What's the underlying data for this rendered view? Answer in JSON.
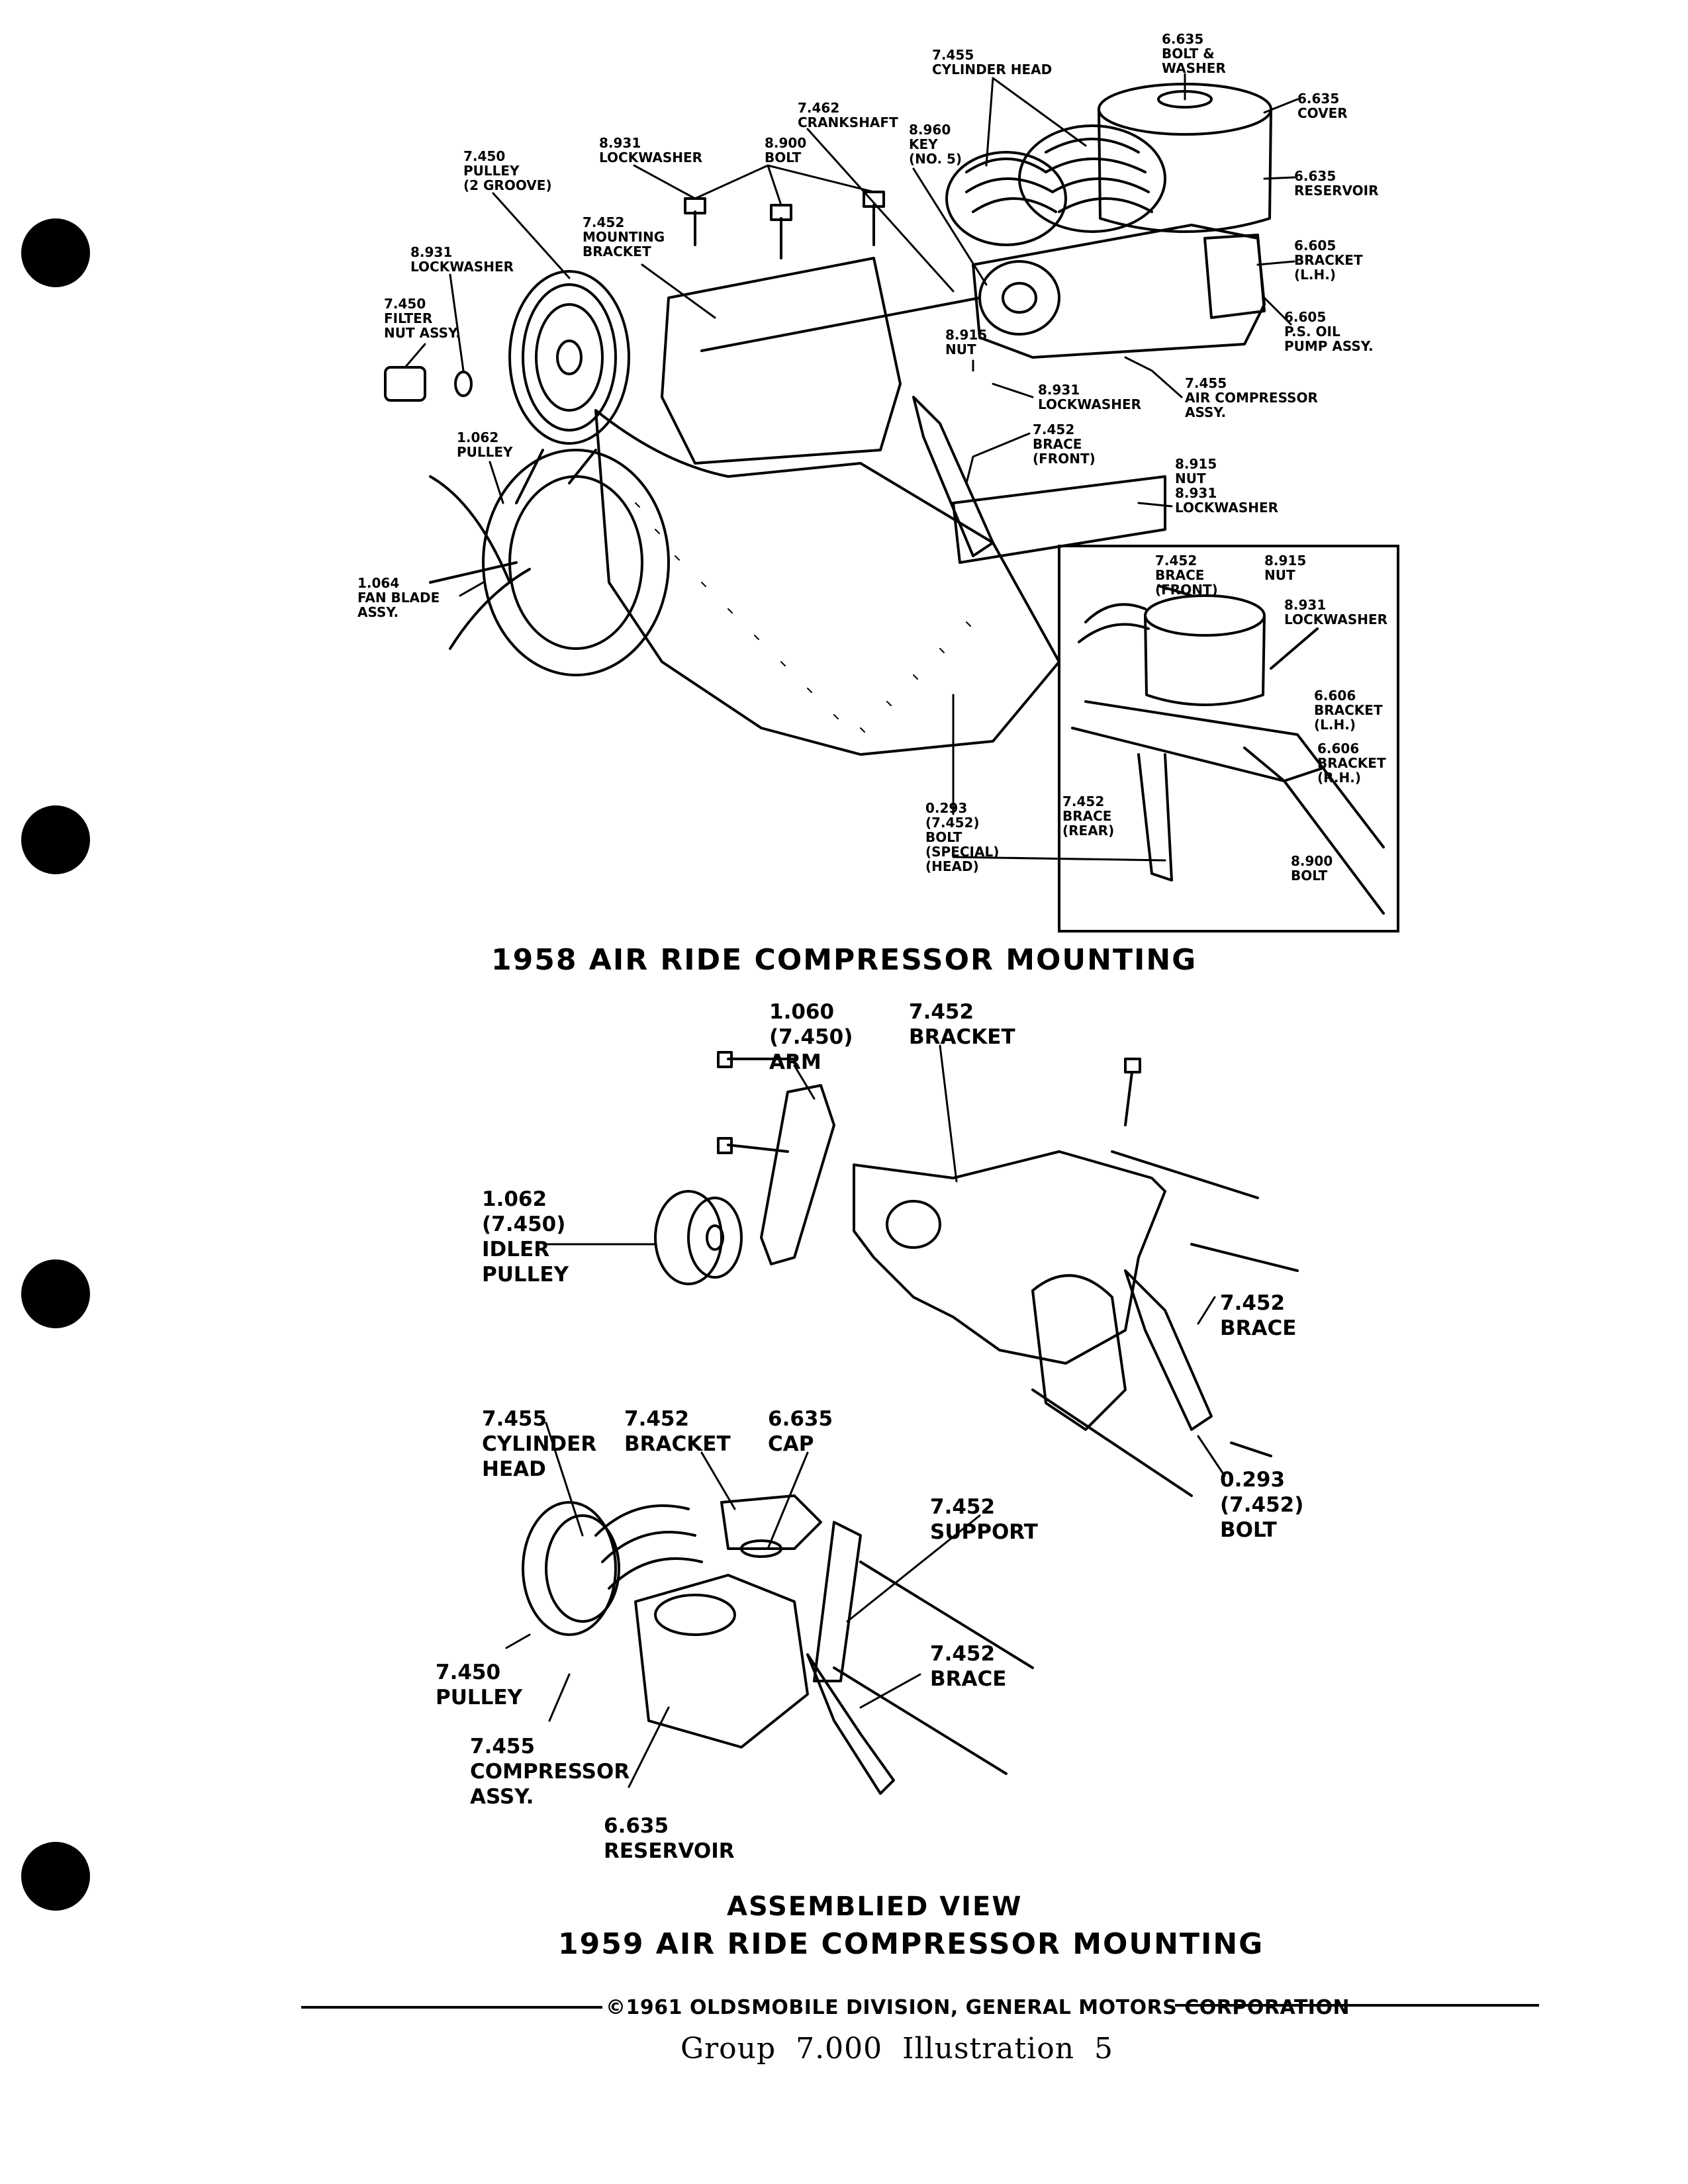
{
  "binder_holes": 4,
  "diagram_1958": {
    "caption": "1958 AIR RIDE COMPRESSOR MOUNTING",
    "labels": [
      {
        "id": "cyl-head",
        "text": "7.455\nCYLINDER HEAD"
      },
      {
        "id": "bolt-washer",
        "text": "6.635\nBOLT &\nWASHER"
      },
      {
        "id": "cover",
        "text": "6.635\nCOVER"
      },
      {
        "id": "crankshaft",
        "text": "7.462\nCRANKSHAFT"
      },
      {
        "id": "key",
        "text": "8.960\nKEY\n(NO. 5)"
      },
      {
        "id": "reservoir",
        "text": "6.635\nRESERVOIR"
      },
      {
        "id": "pulley-2g",
        "text": "7.450\nPULLEY\n(2 GROOVE)"
      },
      {
        "id": "lockwasher-top",
        "text": "8.931\nLOCKWASHER"
      },
      {
        "id": "bolt-top",
        "text": "8.900\nBOLT"
      },
      {
        "id": "mount-bracket",
        "text": "7.452\nMOUNTING\nBRACKET"
      },
      {
        "id": "bracket-lh",
        "text": "6.605\nBRACKET\n(L.H.)"
      },
      {
        "id": "lockwasher-left",
        "text": "8.931\nLOCKWASHER"
      },
      {
        "id": "filter-nut",
        "text": "7.450\nFILTER\nNUT ASSY."
      },
      {
        "id": "ps-pump",
        "text": "6.605\nP.S. OIL\nPUMP ASSY."
      },
      {
        "id": "nut-mid",
        "text": "8.915\nNUT"
      },
      {
        "id": "lockwasher-mid",
        "text": "8.931\nLOCKWASHER"
      },
      {
        "id": "compressor",
        "text": "7.455\nAIR COMPRESSOR\nASSY."
      },
      {
        "id": "pulley-1062",
        "text": "1.062\nPULLEY"
      },
      {
        "id": "brace-front",
        "text": "7.452\nBRACE\n(FRONT)"
      },
      {
        "id": "nut-lockwasher",
        "text": "8.915\nNUT\n8.931\nLOCKWASHER"
      },
      {
        "id": "fan-blade",
        "text": "1.064\nFAN BLADE\nASSY."
      },
      {
        "id": "special-bolt",
        "text": "0.293\n(7.452)\nBOLT\n(SPECIAL)\n(HEAD)"
      }
    ],
    "inset_labels": [
      {
        "id": "in-brace-front",
        "text": "7.452\nBRACE\n(FRONT)"
      },
      {
        "id": "in-nut",
        "text": "8.915\nNUT"
      },
      {
        "id": "in-lockwasher",
        "text": "8.931\nLOCKWASHER"
      },
      {
        "id": "in-bracket-lh",
        "text": "6.606\nBRACKET\n(L.H.)"
      },
      {
        "id": "in-bracket-rh",
        "text": "6.606\nBRACKET\n(R.H.)"
      },
      {
        "id": "in-brace-rear",
        "text": "7.452\nBRACE\n(REAR)"
      },
      {
        "id": "in-bolt",
        "text": "8.900\nBOLT"
      }
    ]
  },
  "diagram_1959_exploded": {
    "labels": [
      {
        "id": "arm",
        "text": "1.060\n(7.450)\nARM"
      },
      {
        "id": "bracket",
        "text": "7.452\nBRACKET"
      },
      {
        "id": "idler",
        "text": "1.062\n(7.450)\nIDLER\nPULLEY"
      },
      {
        "id": "brace",
        "text": "7.452\nBRACE"
      },
      {
        "id": "bolt",
        "text": "0.293\n(7.452)\nBOLT"
      }
    ]
  },
  "diagram_1959_assembled": {
    "caption_top": "ASSEMBLIED VIEW",
    "caption": "1959 AIR RIDE COMPRESSOR MOUNTING",
    "labels": [
      {
        "id": "cyl-head",
        "text": "7.455\nCYLINDER\nHEAD"
      },
      {
        "id": "bracket",
        "text": "7.452\nBRACKET"
      },
      {
        "id": "cap",
        "text": "6.635\nCAP"
      },
      {
        "id": "support",
        "text": "7.452\nSUPPORT"
      },
      {
        "id": "pulley",
        "text": "7.450\nPULLEY"
      },
      {
        "id": "brace",
        "text": "7.452\nBRACE"
      },
      {
        "id": "compressor",
        "text": "7.455\nCOMPRESSOR\nASSY."
      },
      {
        "id": "reservoir",
        "text": "6.635\nRESERVOIR"
      }
    ]
  },
  "footer": {
    "copyright": "©1961 OLDSMOBILE DIVISION, GENERAL MOTORS CORPORATION",
    "group_line": "Group  7.000  Illustration  5"
  }
}
